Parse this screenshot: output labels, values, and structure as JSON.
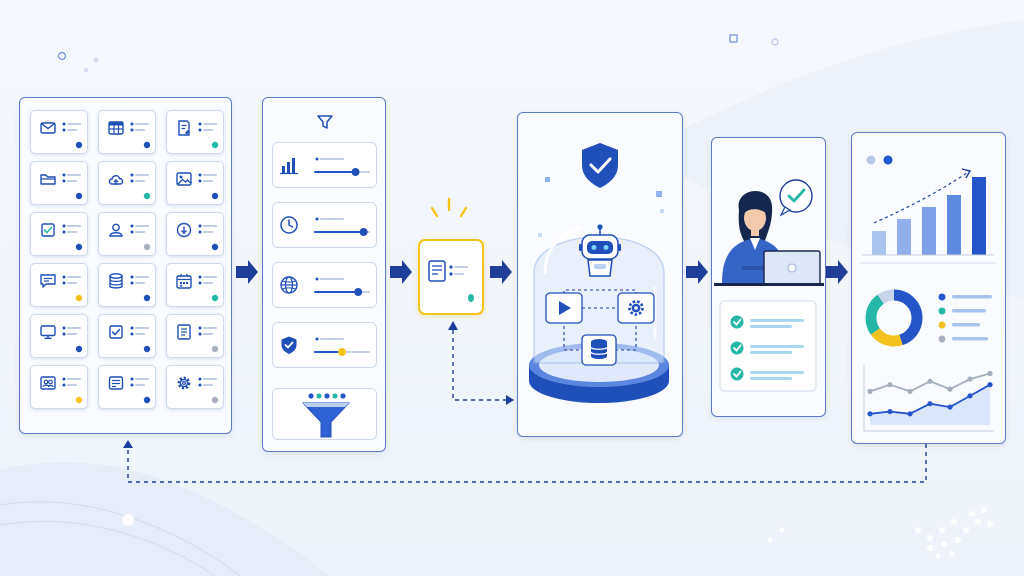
{
  "colors": {
    "primary": "#1f4fb8",
    "arrow": "#1d3f99",
    "teal": "#26b8a6",
    "yellow": "#f3c21c",
    "gray": "#a8b0bf",
    "highlight": "#f5c418",
    "panel_border": "#5d7bc7"
  },
  "sources": {
    "tiles": [
      {
        "icon": "mail-icon",
        "dot": "blue"
      },
      {
        "icon": "table-icon",
        "dot": "blue"
      },
      {
        "icon": "document-edit-icon",
        "dot": "teal"
      },
      {
        "icon": "folder-icon",
        "dot": "blue"
      },
      {
        "icon": "cloud-upload-icon",
        "dot": "teal"
      },
      {
        "icon": "image-icon",
        "dot": "blue"
      },
      {
        "icon": "checkbox-icon",
        "dot": "blue"
      },
      {
        "icon": "user-icon",
        "dot": "gray"
      },
      {
        "icon": "download-icon",
        "dot": "blue"
      },
      {
        "icon": "chat-icon",
        "dot": "yellow"
      },
      {
        "icon": "database-icon",
        "dot": "blue"
      },
      {
        "icon": "calendar-icon",
        "dot": "teal"
      },
      {
        "icon": "monitor-icon",
        "dot": "blue"
      },
      {
        "icon": "checklist-icon",
        "dot": "blue"
      },
      {
        "icon": "list-icon",
        "dot": "gray"
      },
      {
        "icon": "team-icon",
        "dot": "yellow"
      },
      {
        "icon": "form-icon",
        "dot": "blue"
      },
      {
        "icon": "gear-icon",
        "dot": "gray"
      }
    ]
  },
  "filters": {
    "header_icon": "filter-icon",
    "rows": [
      {
        "icon": "bar-chart-icon",
        "level": 0.75,
        "knob": "blue"
      },
      {
        "icon": "clock-icon",
        "level": 0.9,
        "knob": "blue"
      },
      {
        "icon": "globe-icon",
        "level": 0.8,
        "knob": "blue"
      },
      {
        "icon": "shield-check-icon",
        "level": 0.5,
        "knob": "yellow"
      }
    ],
    "funnel_icon": "funnel-icon"
  },
  "selected_record": {
    "icon": "document-icon",
    "state": "highlighted"
  },
  "ai_engine": {
    "icons": [
      "shield-check-icon",
      "robot-icon",
      "play-icon",
      "gear-icon",
      "database-icon"
    ]
  },
  "review": {
    "icons": [
      "person-laptop-icon",
      "check-bubble-icon"
    ],
    "checks": [
      "check-circle-icon",
      "check-circle-icon",
      "check-circle-icon"
    ]
  },
  "results": {
    "bar_chart": {
      "values": [
        2,
        3,
        4,
        5,
        6.5
      ]
    },
    "donut_chart": {
      "segments": [
        {
          "color": "#2456c9",
          "value": 45
        },
        {
          "color": "#f3c21c",
          "value": 20
        },
        {
          "color": "#26b8a6",
          "value": 25
        },
        {
          "color": "#c8d4ea",
          "value": 10
        }
      ]
    },
    "line_chart": {
      "series": [
        {
          "color": "#a4aebd",
          "values": [
            3.0,
            3.6,
            3.0,
            3.9,
            3.2,
            4.1,
            4.6
          ]
        },
        {
          "color": "#2456c9",
          "values": [
            1.0,
            1.2,
            1.0,
            1.9,
            1.6,
            2.6,
            3.6
          ]
        }
      ]
    }
  }
}
